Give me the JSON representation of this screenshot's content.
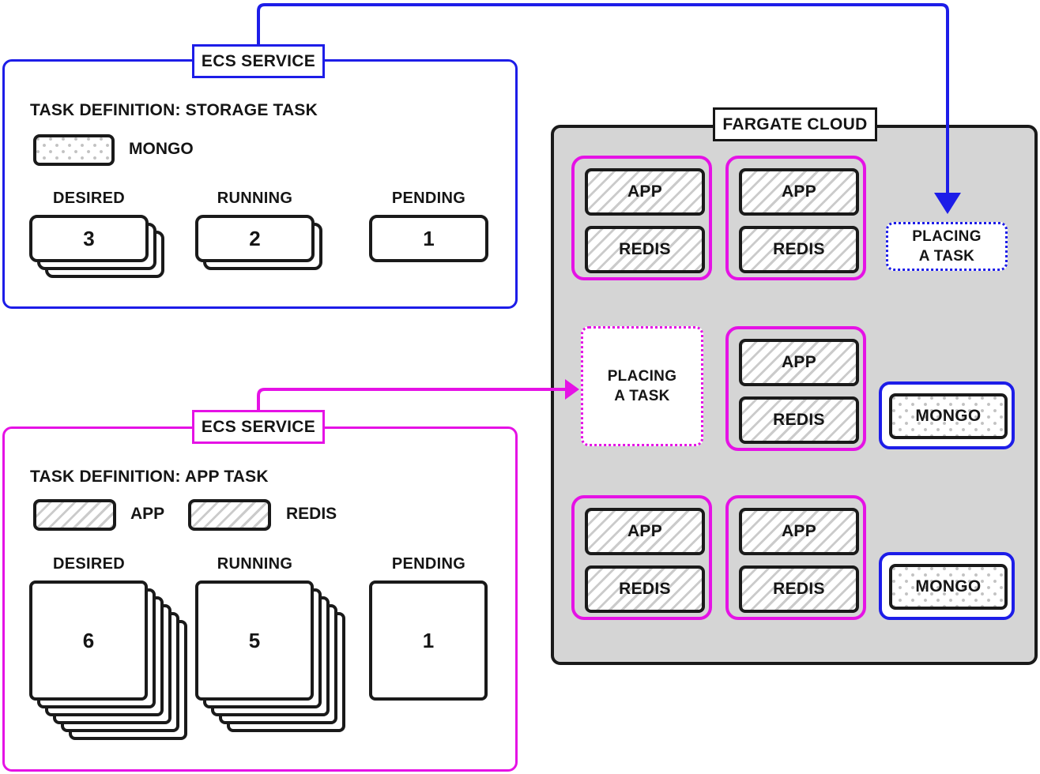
{
  "colors": {
    "blue": "#1d1de8",
    "magenta": "#e512e5",
    "fargate_bg": "#d5d5d5",
    "pattern_gray": "#c9c9c9",
    "outline_black": "#1a1a1a"
  },
  "services": {
    "storage": {
      "label": "ECS SERVICE",
      "heading": "TASK DEFINITION: STORAGE TASK",
      "legend": [
        {
          "name": "MONGO",
          "pattern": "dots"
        }
      ],
      "counters": [
        {
          "label": "DESIRED",
          "value": "3",
          "stack": 3
        },
        {
          "label": "RUNNING",
          "value": "2",
          "stack": 2
        },
        {
          "label": "PENDING",
          "value": "1",
          "stack": 1
        }
      ]
    },
    "app": {
      "label": "ECS SERVICE",
      "heading": "TASK DEFINITION: APP TASK",
      "legend": [
        {
          "name": "APP",
          "pattern": "hatch"
        },
        {
          "name": "REDIS",
          "pattern": "hatch"
        }
      ],
      "counters": [
        {
          "label": "DESIRED",
          "value": "6",
          "stack": 6
        },
        {
          "label": "RUNNING",
          "value": "5",
          "stack": 5
        },
        {
          "label": "PENDING",
          "value": "1",
          "stack": 1
        }
      ]
    }
  },
  "fargate": {
    "title": "FARGATE CLOUD",
    "app_task_groups": [
      {
        "containers": [
          "APP",
          "REDIS"
        ]
      },
      {
        "containers": [
          "APP",
          "REDIS"
        ]
      },
      {
        "containers": [
          "APP",
          "REDIS"
        ]
      },
      {
        "containers": [
          "APP",
          "REDIS"
        ]
      },
      {
        "containers": [
          "APP",
          "REDIS"
        ]
      }
    ],
    "mongo_tasks": [
      {
        "container": "MONGO"
      },
      {
        "container": "MONGO"
      }
    ],
    "placing": {
      "blue": [
        "PLACING",
        "A TASK"
      ],
      "magenta": [
        "PLACING",
        "A TASK"
      ]
    }
  }
}
